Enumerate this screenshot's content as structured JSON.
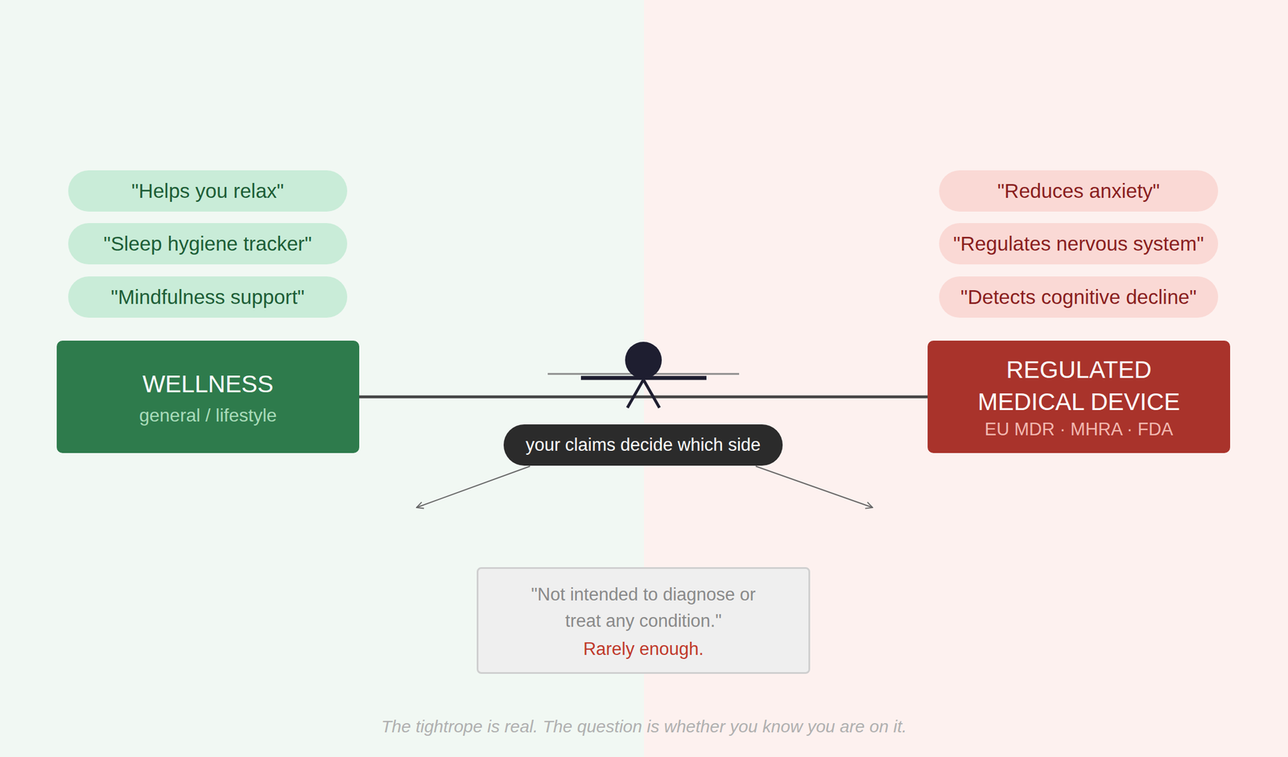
{
  "diagram": {
    "caption": "The tightrope is real. The question is whether you know you are on it.",
    "nodes": [
      {
        "text": [
          "\"Helps you relax\""
        ]
      },
      {
        "text": [
          "\"Reduces anxiety\""
        ]
      },
      {
        "text": [
          "\"Sleep hygiene tracker\""
        ]
      },
      {
        "text": [
          "\"Regulates nervous system\""
        ]
      },
      {
        "text": [
          "\"Mindfulness support\""
        ]
      },
      {
        "text": [
          "\"Detects cognitive decline\""
        ]
      },
      {
        "text": [
          "WELLNESS",
          "general / lifestyle"
        ]
      },
      {
        "text": [
          "REGULATED MEDICAL DEVICE",
          "EU MDR · MHRA · FDA"
        ]
      },
      {
        "text": [
          "your claims decide which side"
        ]
      },
      {
        "text": [
          "\"Not intended to diagnose or treat any condition.\"",
          "Rarely enough."
        ]
      }
    ],
    "edges": [
      {
        "from": 6,
        "to": 7,
        "arrow": "none"
      }
    ]
  }
}
